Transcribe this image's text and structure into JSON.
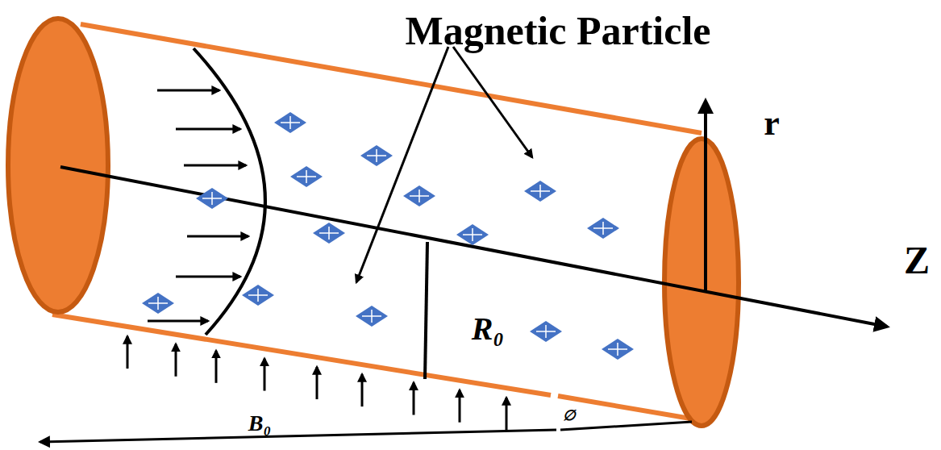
{
  "diagram": {
    "labels": [
      "Magnetic Particle",
      "r",
      "Z",
      "R₀",
      "∅",
      "B₀"
    ]
  }
}
